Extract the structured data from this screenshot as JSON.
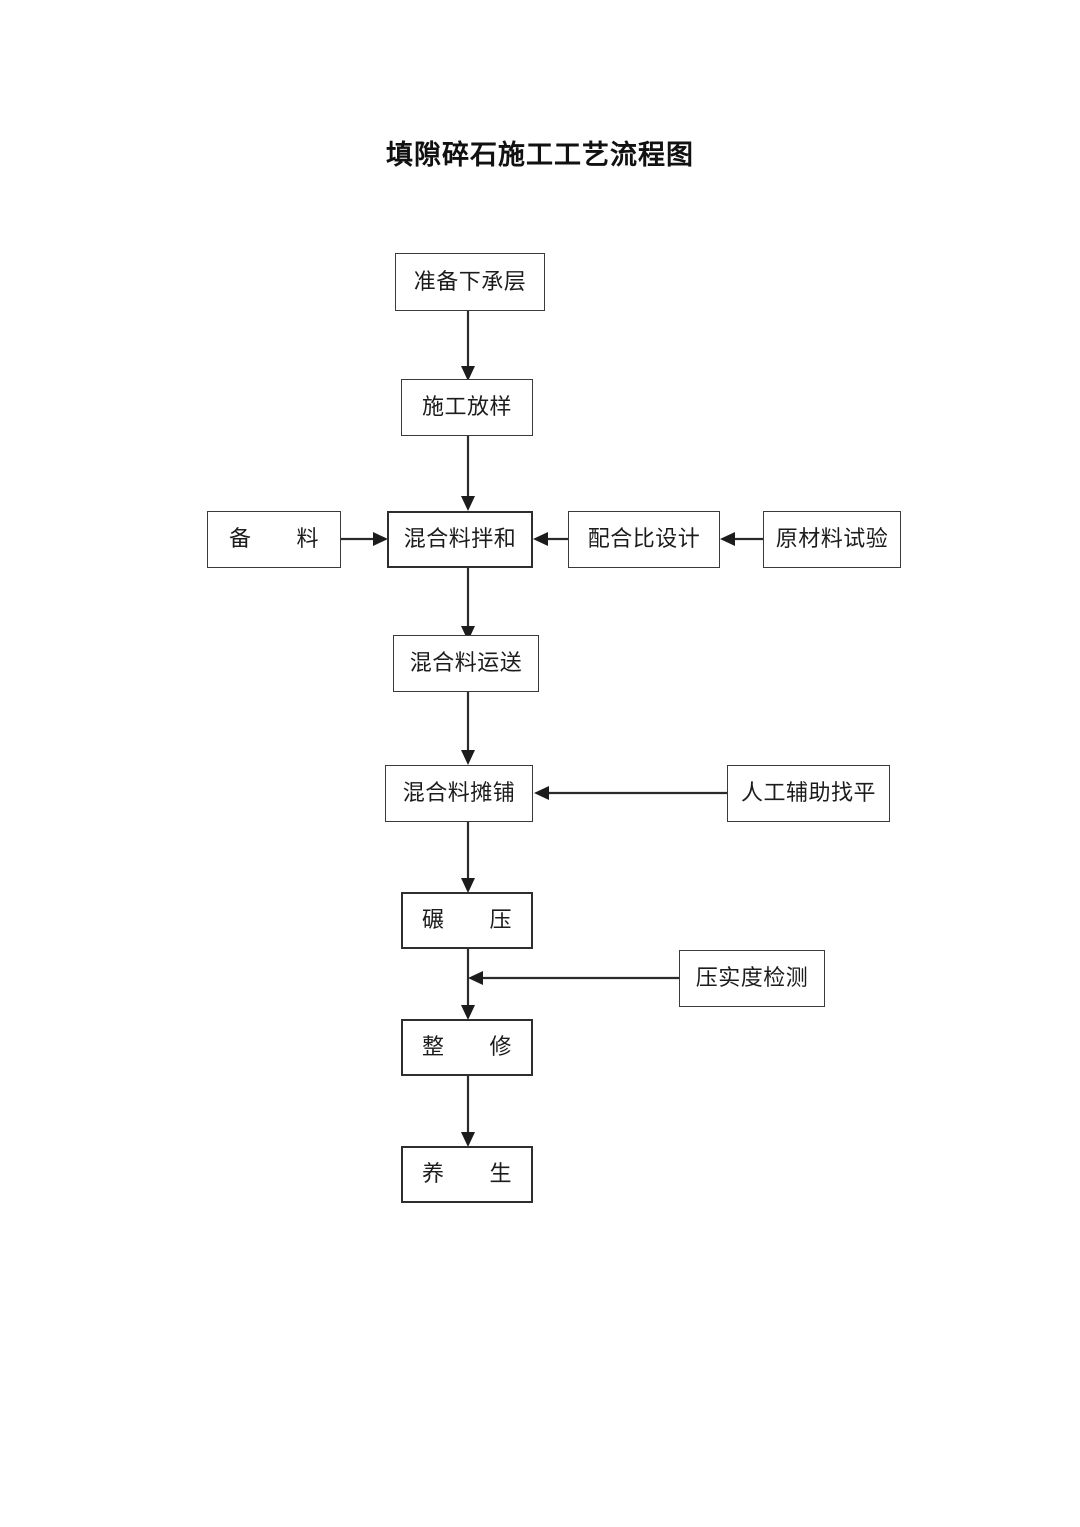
{
  "document": {
    "title": "填隙碎石施工工艺流程图",
    "page_background": "#ffffff",
    "line_color": "#2b2b2b",
    "box_border_color": "#3a3a3a",
    "text_color": "#1c1c1c"
  },
  "diagram": {
    "type": "flowchart",
    "orientation": "top-to-bottom",
    "nodes": [
      {
        "id": "n1",
        "label": "准备下承层",
        "column": "main",
        "order": 1
      },
      {
        "id": "n2",
        "label": "施工放样",
        "column": "main",
        "order": 2
      },
      {
        "id": "n3",
        "label": "备　　料",
        "column": "left",
        "order": 3
      },
      {
        "id": "n4",
        "label": "混合料拌和",
        "column": "main",
        "order": 3
      },
      {
        "id": "n5",
        "label": "配合比设计",
        "column": "right",
        "order": 3
      },
      {
        "id": "n6",
        "label": "原材料试验",
        "column": "far-right",
        "order": 3
      },
      {
        "id": "n7",
        "label": "混合料运送",
        "column": "main",
        "order": 4
      },
      {
        "id": "n8",
        "label": "混合料摊铺",
        "column": "main",
        "order": 5
      },
      {
        "id": "n9",
        "label": "人工辅助找平",
        "column": "right",
        "order": 5
      },
      {
        "id": "n10",
        "label": "碾　　压",
        "column": "main",
        "order": 6
      },
      {
        "id": "n11",
        "label": "压实度检测",
        "column": "right",
        "order": 6.5
      },
      {
        "id": "n12",
        "label": "整　　修",
        "column": "main",
        "order": 7
      },
      {
        "id": "n13",
        "label": "养　　生",
        "column": "main",
        "order": 8
      }
    ],
    "edges": [
      {
        "from": "n1",
        "to": "n2",
        "direction": "down"
      },
      {
        "from": "n2",
        "to": "n4",
        "direction": "down"
      },
      {
        "from": "n3",
        "to": "n4",
        "direction": "right"
      },
      {
        "from": "n5",
        "to": "n4",
        "direction": "left"
      },
      {
        "from": "n6",
        "to": "n5",
        "direction": "left"
      },
      {
        "from": "n4",
        "to": "n7",
        "direction": "down"
      },
      {
        "from": "n7",
        "to": "n8",
        "direction": "down"
      },
      {
        "from": "n9",
        "to": "n8",
        "direction": "left"
      },
      {
        "from": "n8",
        "to": "n10",
        "direction": "down"
      },
      {
        "from": "n10",
        "to": "n12",
        "direction": "down"
      },
      {
        "from": "n11",
        "to": "n10-n12-link",
        "direction": "left"
      },
      {
        "from": "n12",
        "to": "n13",
        "direction": "down"
      }
    ]
  }
}
